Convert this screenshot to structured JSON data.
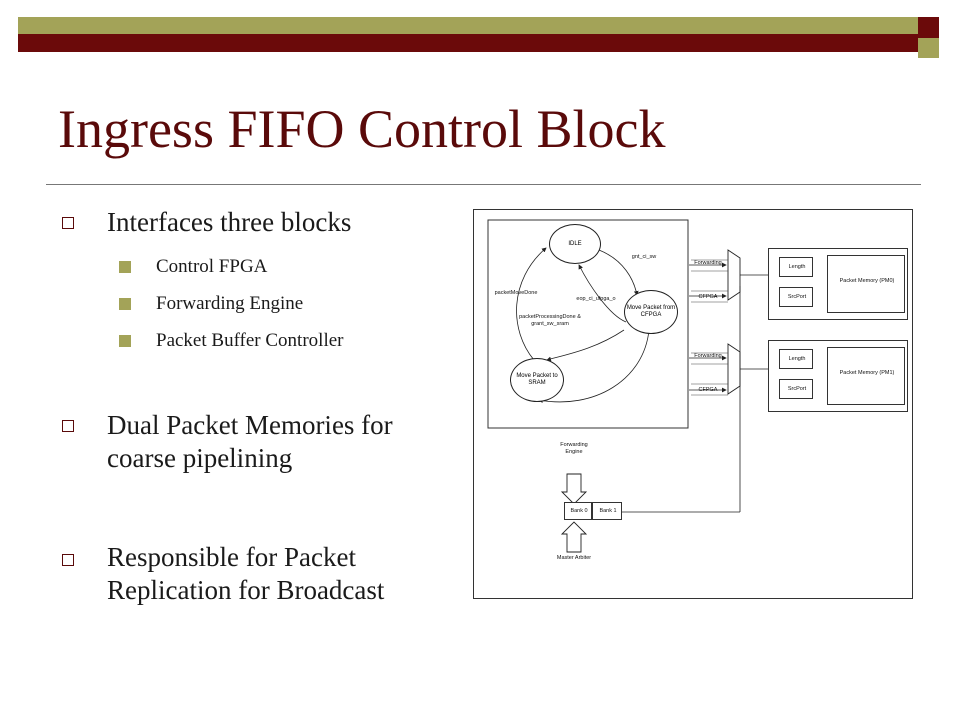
{
  "slide": {
    "title": "Ingress FIFO Control Block",
    "bullets": [
      {
        "text": "Interfaces three blocks",
        "sub": [
          "Control FPGA",
          "Forwarding Engine",
          "Packet Buffer Controller"
        ]
      },
      {
        "text": "Dual Packet Memories for coarse pipelining"
      },
      {
        "text": "Responsible for Packet Replication for Broadcast"
      }
    ]
  },
  "diagram": {
    "states": {
      "idle": "IDLE",
      "move_from_cfpga": "Move Packet from CFPGA",
      "move_to_sram": "Move Packet to SRAM"
    },
    "transitions": {
      "gnt": "gnt_ci_sw",
      "eop": "eop_ci_ufpga_o",
      "done": "packetProcessingDone & grant_sw_sram",
      "move_done": "packetMoveDone"
    },
    "ports": {
      "forwarding": "Forwarding",
      "cfpga": "CFPGA"
    },
    "memory0": {
      "length": "Length",
      "srcport": "SrcPort",
      "packet_memory": "Packet Memory (PM0)"
    },
    "memory1": {
      "length": "Length",
      "srcport": "SrcPort",
      "packet_memory": "Packet Memory (PM1)"
    },
    "forwarding_engine": "Forwarding Engine",
    "bank0": "Bank 0",
    "bank1": "Bank 1",
    "master_arbiter": "Master Arbiter"
  }
}
